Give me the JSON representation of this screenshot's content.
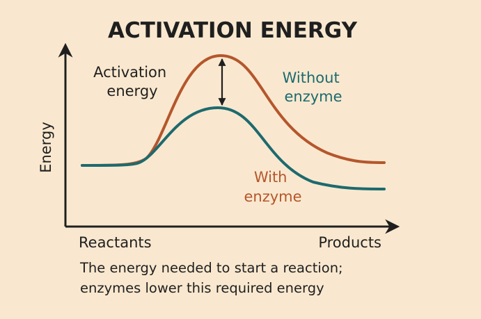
{
  "title": "ACTIVATION ENERGY",
  "axes": {
    "y_label": "Energy",
    "x_start_label": "Reactants",
    "x_end_label": "Products"
  },
  "labels": {
    "activation_energy": [
      "Activation",
      "energy"
    ],
    "without_enzyme": [
      "Without",
      "enzyme"
    ],
    "with_enzyme": [
      "With",
      "enzyme"
    ]
  },
  "caption": [
    "The energy needed to start a reaction;",
    "enzymes lower this required energy"
  ],
  "colors": {
    "background": "#f9e8cf",
    "without_enzyme": "#b5562c",
    "with_enzyme": "#1d6a6e",
    "axis": "#1f1f1f"
  }
}
